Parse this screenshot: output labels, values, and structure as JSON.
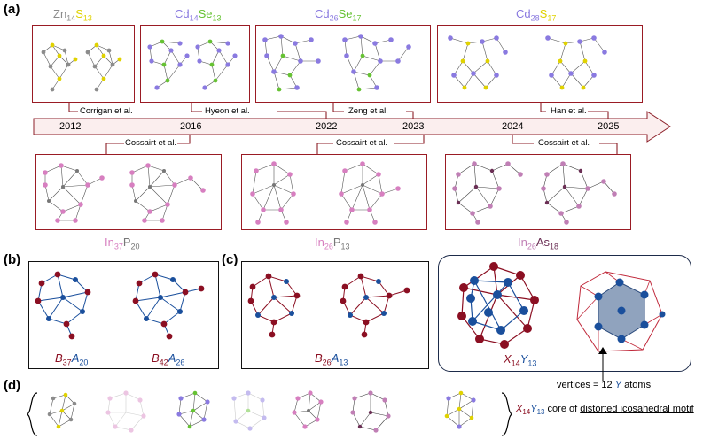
{
  "panels": {
    "a": "(a)",
    "b": "(b)",
    "c": "(c)",
    "d": "(d)"
  },
  "colors": {
    "frame": "#9a1b24",
    "zn": "#8c8c8c",
    "s": "#e0d200",
    "cd": "#8a7ae0",
    "se": "#66c233",
    "in_p": "#d77fc0",
    "as": "#c07fb5",
    "A": "#1a4f9c",
    "B": "#8b0f22"
  },
  "top_formulas": [
    {
      "el1": "Zn",
      "n1": "14",
      "el2": "S",
      "n2": "13"
    },
    {
      "el1": "Cd",
      "n1": "14",
      "el2": "Se",
      "n2": "13"
    },
    {
      "el1": "Cd",
      "n1": "26",
      "el2": "Se",
      "n2": "17"
    },
    {
      "el1": "Cd",
      "n1": "28",
      "el2": "S",
      "n2": "17"
    }
  ],
  "bottom_formulas": [
    {
      "el1": "In",
      "n1": "37",
      "el2": "P",
      "n2": "20"
    },
    {
      "el1": "In",
      "n1": "26",
      "el2": "P",
      "n2": "13"
    },
    {
      "el1": "In",
      "n1": "26",
      "el2": "As",
      "n2": "18"
    }
  ],
  "timeline": {
    "years": [
      "2012",
      "2016",
      "2022",
      "2023",
      "2024",
      "2025"
    ],
    "citations_top": [
      "Corrigan et al.",
      "Hyeon et al.",
      "Zeng et al.",
      "Han et al."
    ],
    "citations_bottom": [
      "Cossairt et al.",
      "Cossairt et al.",
      "Cossairt et al."
    ]
  },
  "panel_b": {
    "formula1": {
      "el1": "B",
      "n1": "37",
      "el2": "A",
      "n2": "20"
    },
    "formula2": {
      "el1": "B",
      "n1": "42",
      "el2": "A",
      "n2": "26"
    }
  },
  "panel_c": {
    "formula": {
      "el1": "B",
      "n1": "26",
      "el2": "A",
      "n2": "13"
    },
    "core": {
      "el1": "X",
      "n1": "14",
      "el2": "Y",
      "n2": "13"
    },
    "vertices_pre": "vertices = 12 ",
    "vertices_Y": "Y",
    "vertices_post": " atoms"
  },
  "panel_d": {
    "core": {
      "el1": "X",
      "n1": "14",
      "el2": "Y",
      "n2": "13"
    },
    "suffix": " core of ",
    "underlined": "distorted icosahedral motif"
  }
}
